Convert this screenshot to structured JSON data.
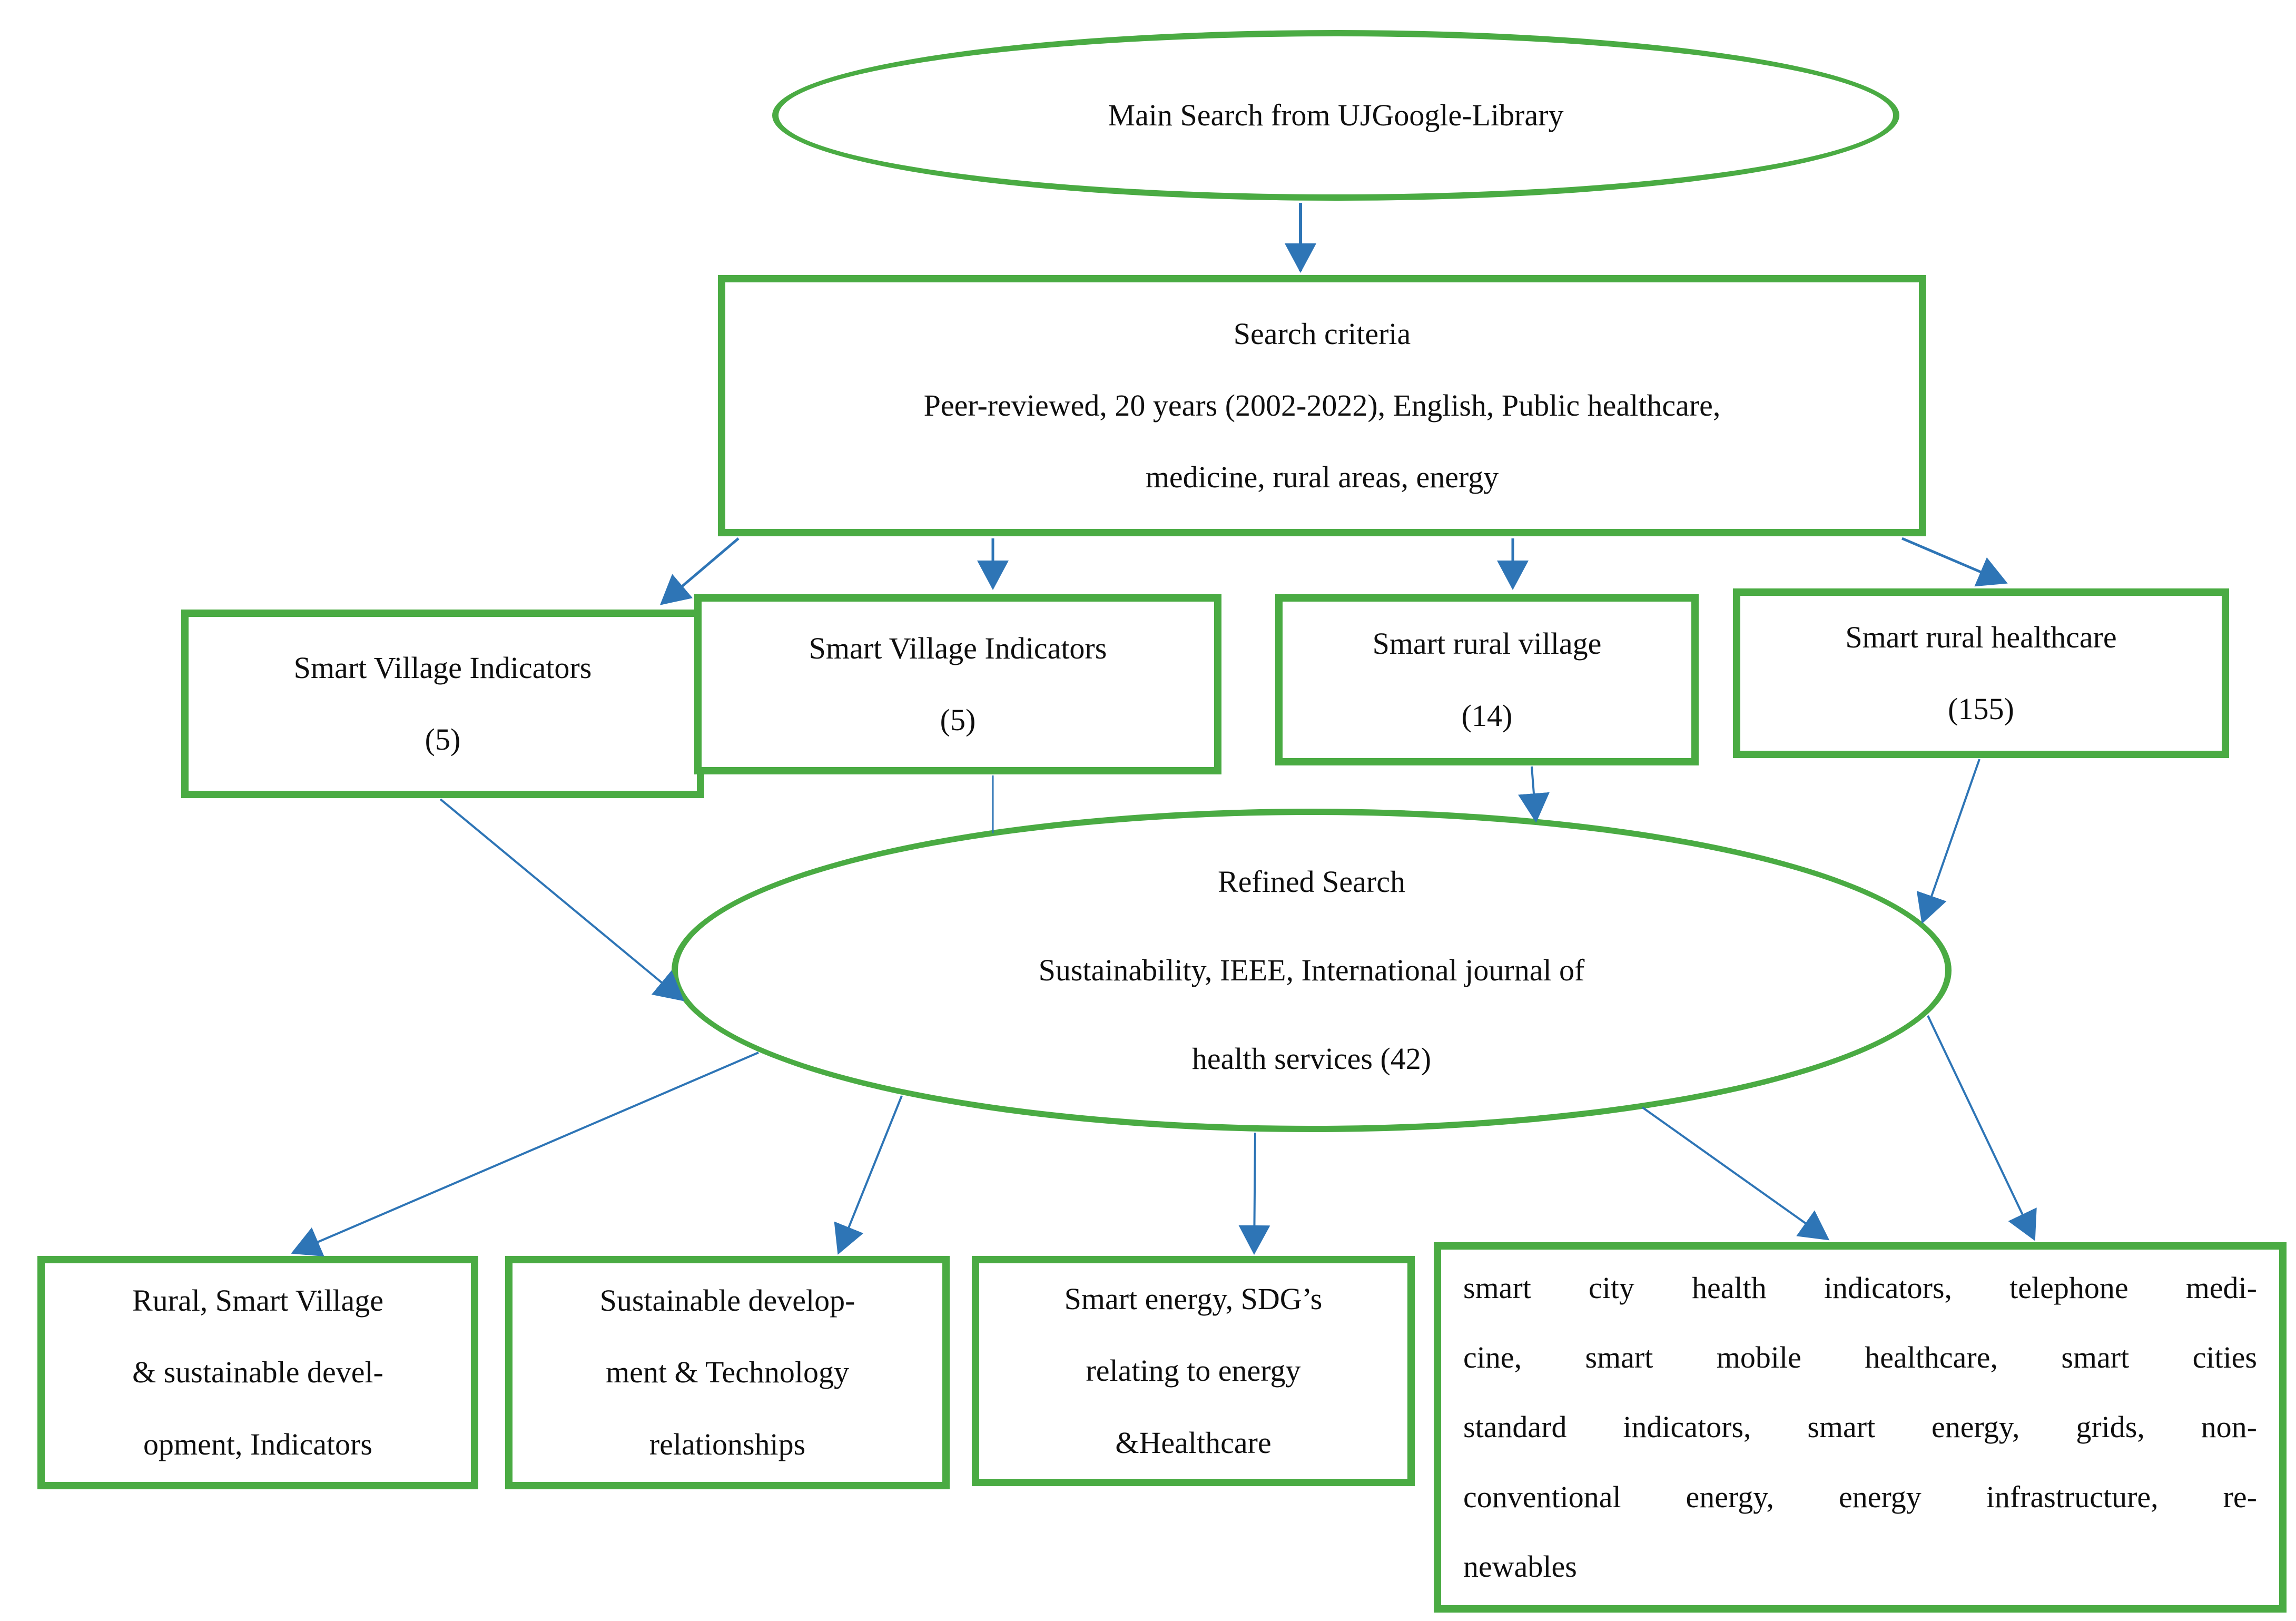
{
  "colors": {
    "green": "#4aab43",
    "blue": "#2e75b6",
    "text": "#0f0f0f",
    "bg": "#ffffff"
  },
  "top_ellipse": {
    "label": "Main Search from UJGoogle-Library"
  },
  "search_box": {
    "lines": [
      "Search criteria",
      "Peer-reviewed, 20 years (2002-2022), English, Public healthcare,",
      "medicine, rural areas, energy"
    ]
  },
  "row_boxes": [
    {
      "title": "Smart Village Indicators",
      "count": "(5)"
    },
    {
      "title": "Smart Village Indicators",
      "count": "(5)"
    },
    {
      "title": "Smart rural village",
      "count": "(14)"
    },
    {
      "title": "Smart rural healthcare",
      "count": "(155)"
    }
  ],
  "refined_ellipse": {
    "lines": [
      "Refined Search",
      "Sustainability, IEEE, International journal of",
      "health services (42)"
    ]
  },
  "bottom_boxes": [
    {
      "lines": [
        "Rural, Smart Village",
        "& sustainable devel-",
        "opment, Indicators"
      ]
    },
    {
      "lines": [
        "Sustainable develop-",
        "ment & Technology",
        "relationships"
      ]
    },
    {
      "lines": [
        "Smart energy, SDG’s",
        "relating to energy",
        "&Healthcare"
      ]
    },
    {
      "lines": [
        "smart city health indicators, telephone medi-",
        "cine, smart mobile healthcare, smart cities",
        "standard indicators, smart energy, grids, non-",
        "conventional energy, energy infrastructure, re-",
        "newables"
      ]
    }
  ]
}
